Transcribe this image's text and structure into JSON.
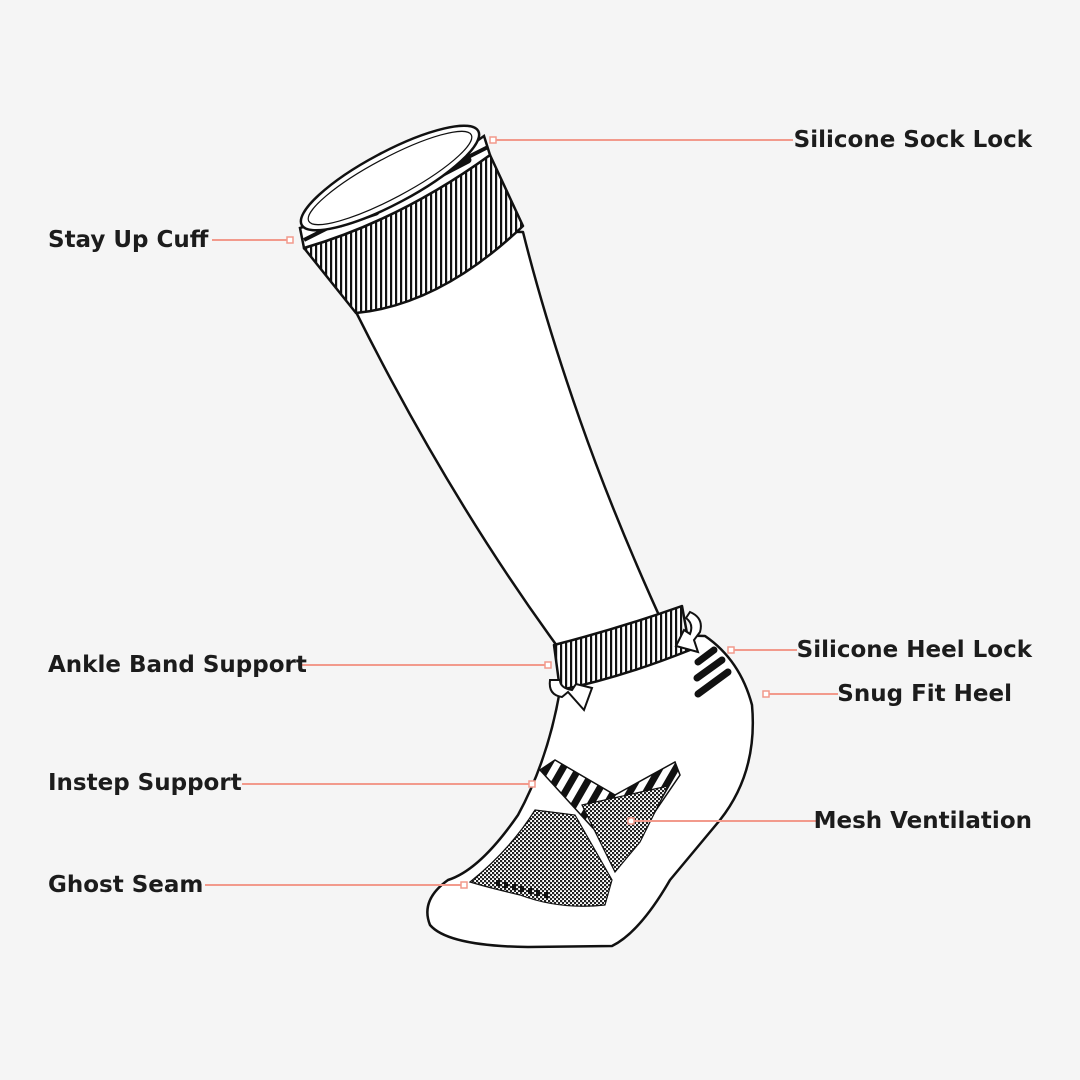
{
  "colors": {
    "background": "#f5f5f5",
    "leader_line": "#f29a8c",
    "outline": "#111111",
    "text": "#1c1c1c"
  },
  "callouts": [
    {
      "id": "silicone-sock-lock",
      "label": "Silicone Sock Lock"
    },
    {
      "id": "stay-up-cuff",
      "label": "Stay Up Cuff"
    },
    {
      "id": "ankle-band-support",
      "label": "Ankle Band Support"
    },
    {
      "id": "silicone-heel-lock",
      "label": "Silicone Heel Lock"
    },
    {
      "id": "snug-fit-heel",
      "label": "Snug Fit Heel"
    },
    {
      "id": "instep-support",
      "label": "Instep Support"
    },
    {
      "id": "mesh-ventilation",
      "label": "Mesh Ventilation"
    },
    {
      "id": "ghost-seam",
      "label": "Ghost Seam"
    }
  ]
}
